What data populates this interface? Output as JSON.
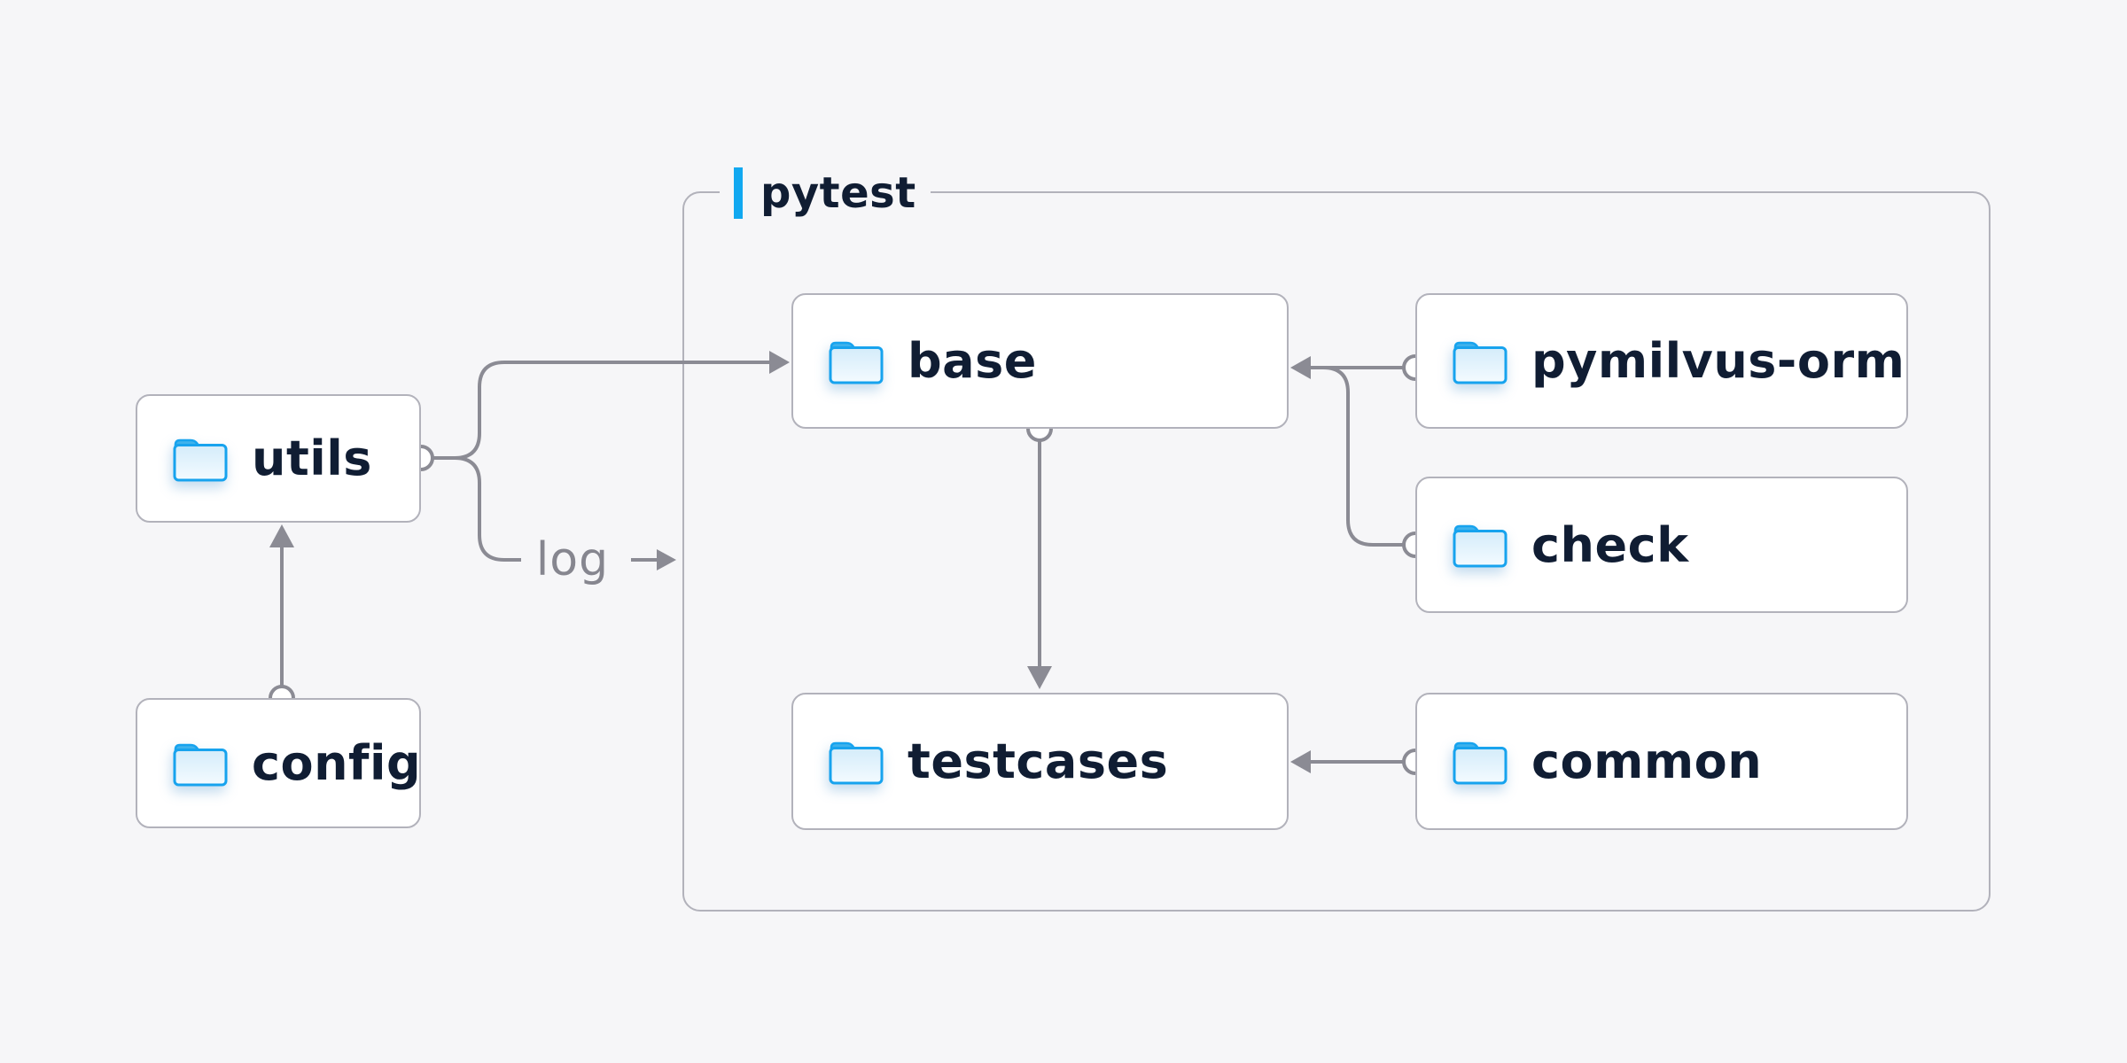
{
  "diagram": {
    "group": {
      "label": "pytest"
    },
    "nodes": [
      {
        "id": "utils",
        "label": "utils"
      },
      {
        "id": "config",
        "label": "config"
      },
      {
        "id": "base",
        "label": "base"
      },
      {
        "id": "pymilvus-orm",
        "label": "pymilvus-orm"
      },
      {
        "id": "check",
        "label": "check"
      },
      {
        "id": "testcases",
        "label": "testcases"
      },
      {
        "id": "common",
        "label": "common"
      }
    ],
    "edges": [
      {
        "from": "config",
        "to": "utils"
      },
      {
        "from": "utils",
        "to": "base"
      },
      {
        "from": "utils",
        "to": "pytest-border",
        "label": "log"
      },
      {
        "from": "pymilvus-orm",
        "to": "base"
      },
      {
        "from": "check",
        "to": "base"
      },
      {
        "from": "base",
        "to": "testcases"
      },
      {
        "from": "common",
        "to": "testcases"
      }
    ],
    "colors": {
      "background": "#f6f6f8",
      "node_background": "#ffffff",
      "node_border": "#b2b2bb",
      "node_text": "#101d33",
      "group_accent": "#11a8f0",
      "edge": "#8b8b94",
      "edge_label_text": "#86868f",
      "folder_blue": "#17a3ee"
    }
  }
}
